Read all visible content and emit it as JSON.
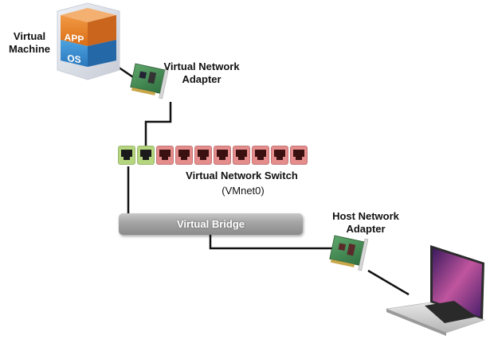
{
  "labels": {
    "virtual_machine": [
      "Virtual",
      "Machine"
    ],
    "vm_layers": {
      "app": "APP",
      "os": "OS"
    },
    "virtual_network_adapter": [
      "Virtual Network",
      "Adapter"
    ],
    "virtual_network_switch": "Virtual Network Switch",
    "switch_name": "(VMnet0)",
    "virtual_bridge": "Virtual Bridge",
    "host_network_adapter": [
      "Host Network",
      "Adapter"
    ]
  },
  "switch": {
    "ports": [
      "connected",
      "connected",
      "free",
      "free",
      "free",
      "free",
      "free",
      "free",
      "free",
      "free"
    ]
  },
  "colors": {
    "app_layer": "#e8822a",
    "os_layer": "#3a8fd4",
    "port_connected": "#b5d67f",
    "port_free": "#e58c8c",
    "cable": "#111111",
    "bridge": "#a0a0a0",
    "nic_board": "#3f8a4a"
  }
}
